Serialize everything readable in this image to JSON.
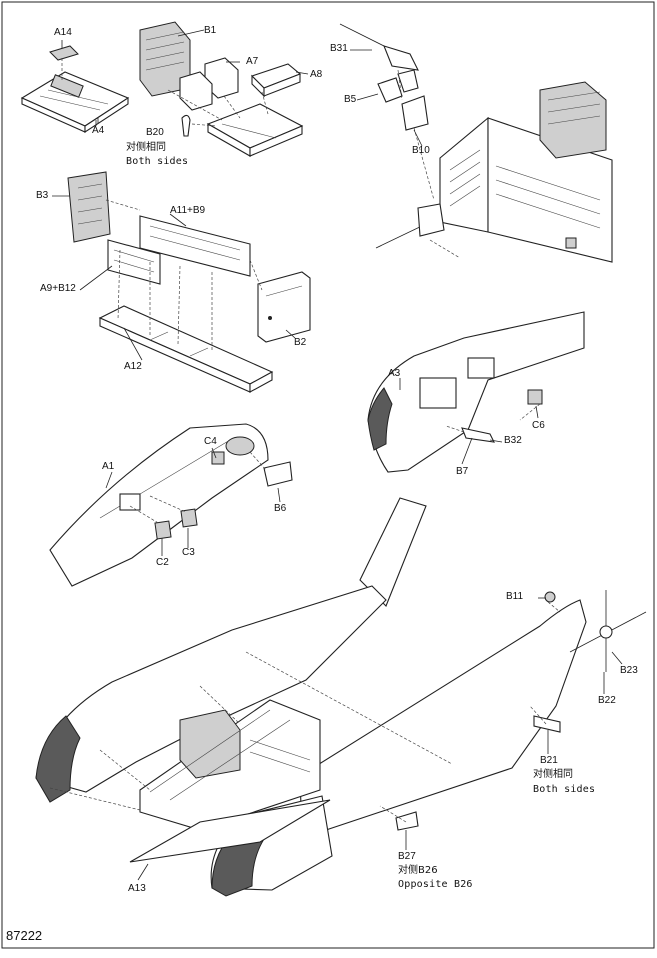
{
  "page_number": "87222",
  "labels": {
    "a14": "A14",
    "a4": "A4",
    "b1": "B1",
    "a7": "A7",
    "a8": "A8",
    "b20": "B20",
    "b31": "B31",
    "b5": "B5",
    "b10": "B10",
    "b3": "B3",
    "a11_b9": "A11+B9",
    "a9_b12": "A9+B12",
    "a12": "A12",
    "b2": "B2",
    "a3": "A3",
    "c6": "C6",
    "b32": "B32",
    "b7": "B7",
    "a1": "A1",
    "c4": "C4",
    "b6": "B6",
    "c2": "C2",
    "c3": "C3",
    "b11": "B11",
    "b23": "B23",
    "b22": "B22",
    "b21": "B21",
    "b27": "B27",
    "a13": "A13"
  },
  "notes": {
    "both_sides_cn_1": "对侧相同",
    "both_sides_en_1": "Both sides",
    "both_sides_cn_2": "对侧相同",
    "both_sides_en_2": "Both sides",
    "opposite_cn": "对侧B26",
    "opposite_en": "Opposite B26"
  }
}
